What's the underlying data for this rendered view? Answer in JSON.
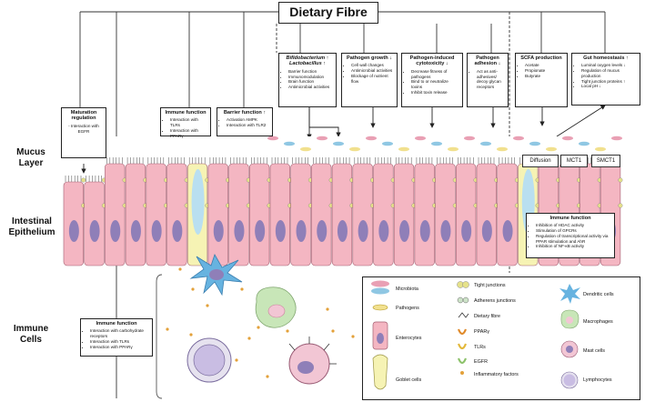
{
  "title": "Dietary Fibre",
  "side_labels": {
    "mucus": "Mucus\nLayer",
    "epithelium": "Intestinal\nEpithelium",
    "immune": "Immune\nCells"
  },
  "boxes": {
    "maturation": {
      "title": "Maturation regulation",
      "items": [
        "Interaction with EGFR"
      ]
    },
    "immune_top": {
      "title": "Immune function",
      "items": [
        "Interaction with TLRs",
        "Interaction with PPARγ"
      ]
    },
    "barrier": {
      "title": "Barrier function ↑",
      "items": [
        "Activation AMPK",
        "Interaction with TLR2"
      ]
    },
    "bifido": {
      "title": "Bifidobacterium ↑ Lactobacillus ↑",
      "items": [
        "Barrier function",
        "Immunomodulation",
        "Brain function",
        "Antimicrobial activities"
      ]
    },
    "pathogen_growth": {
      "title": "Pathogen growth ↓",
      "items": [
        "Cell wall changes",
        "Antimicrobial activities",
        "Blockage of nutrient flow"
      ]
    },
    "cytotoxicity": {
      "title": "Pathogen-induced cytotoxicity ↓",
      "items": [
        "Decrease fitness of pathogens",
        "Bind to or neutralize toxins",
        "Inhibit toxin release"
      ]
    },
    "adhesion": {
      "title": "Pathogen adhesion ↓",
      "items": [
        "Act as anti-adhesives/ decoy glycan receptors"
      ]
    },
    "scfa": {
      "title": "SCFA production",
      "items": [
        "Acetate",
        "Propionate",
        "Butyrate"
      ]
    },
    "homeostasis": {
      "title": "Gut homeostasis ↑",
      "items": [
        "Luminal oxygen levels ↓",
        "Regulation of mucus production",
        "Tight junction proteins ↑",
        "Local pH ↓"
      ]
    },
    "immune_mid": {
      "title": "Immune function",
      "items": [
        "Inhibition of HDAC activity",
        "Stimulation of GPCRs",
        "Regulation of transcriptional activity via PPAR stimulation and AhR",
        "Inhibition of NF-κB activity"
      ]
    },
    "immune_low": {
      "title": "Immune function",
      "items": [
        "Interaction with carbohydrate receptors",
        "Interaction with TLRs",
        "Interaction with PPARγ"
      ]
    }
  },
  "transporters": {
    "diffusion": "Diffusion",
    "mct1": "MCT1",
    "smct1": "SMCT1"
  },
  "legend": {
    "col1": [
      "Microbiota",
      "Pathogens",
      "Enterocytes",
      "Goblet cells"
    ],
    "col2": [
      "Tight junctions",
      "Adherens junctions",
      "Dietary fibre",
      "PPARγ",
      "TLRs",
      "EGFR",
      "Inflammatory factors"
    ],
    "col3": [
      "Dendritic cells",
      "Macrophages",
      "Mast cells",
      "Lymphocytes"
    ]
  },
  "colors": {
    "enterocyte": "#f4b6c2",
    "goblet": "#f6f3b4",
    "nucleus": "#8f7fb8",
    "mucus": "#b9dff0",
    "dendritic": "#67b3e0",
    "macrophage": "#c8e6b8",
    "mast": "#f2c6d4",
    "lymphocyte": "#c9bde3"
  }
}
